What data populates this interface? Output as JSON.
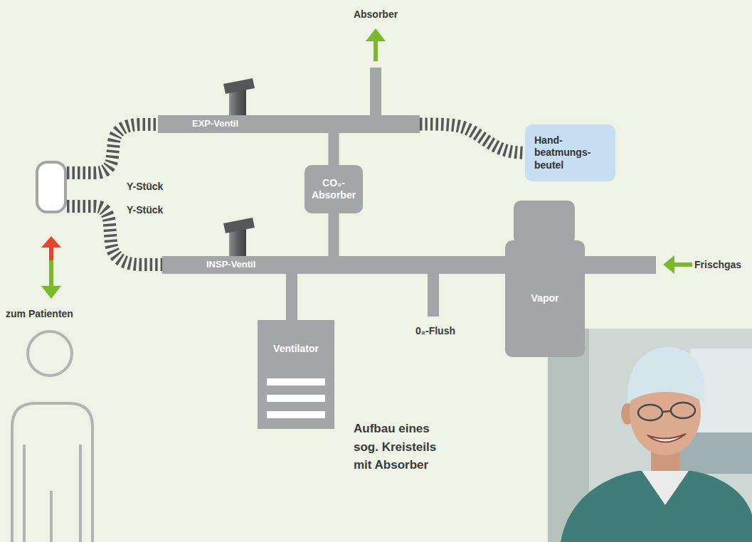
{
  "diagram": {
    "caption": "Aufbau eines sog. Kreisteils mit Absorber",
    "nodes": [
      {
        "text": [
          "EXP-Ventil"
        ]
      },
      {
        "text": [
          "Hand- beatmungs- beutel"
        ]
      },
      {
        "text": [
          "CO₂- Absorber"
        ]
      },
      {
        "text": [
          "INSP-Ventil"
        ]
      },
      {
        "text": [
          "Ventilator"
        ]
      },
      {
        "text": [
          "Vapor"
        ]
      }
    ],
    "edges": [
      {
        "from": 0,
        "to": 1,
        "arrow": "none"
      },
      {
        "from": 0,
        "to": 2,
        "arrow": "none"
      },
      {
        "from": 2,
        "to": 3,
        "arrow": "none"
      },
      {
        "from": 3,
        "to": 4,
        "arrow": "none"
      },
      {
        "from": 3,
        "to": 5,
        "arrow": "none"
      }
    ],
    "labels": [
      "Absorber",
      "Y-Stück",
      "Y-Stück",
      "zum Patienten",
      "0₂-Flush",
      "Frischgas"
    ]
  }
}
